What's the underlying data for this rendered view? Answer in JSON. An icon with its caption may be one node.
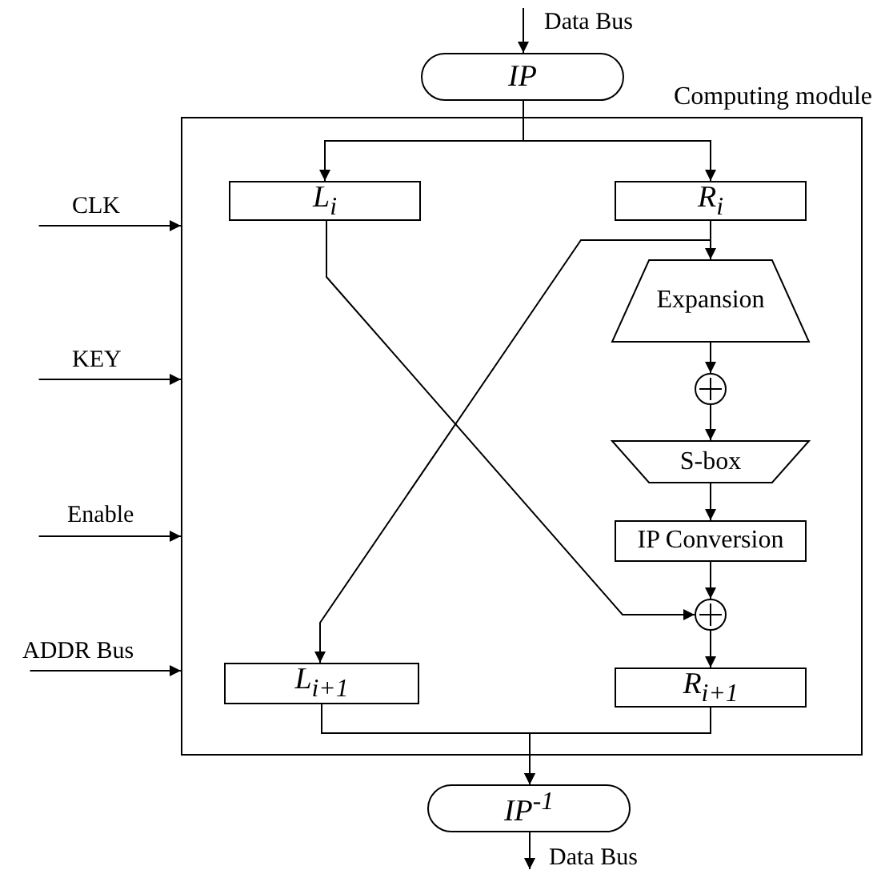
{
  "diagram": {
    "nodes": [
      {
        "text": [
          "Data Bus"
        ]
      },
      {
        "text": [
          "IP"
        ]
      },
      {
        "text": [
          "Computing module"
        ]
      },
      {
        "text": [
          "L$_{i}$"
        ],
        "in": 2
      },
      {
        "text": [
          "R$_{i}$"
        ],
        "in": 2
      },
      {
        "text": [
          "Expansion"
        ],
        "in": 2
      },
      {
        "text": [],
        "shape": "circle",
        "in": 2
      },
      {
        "text": [
          "S-box"
        ],
        "in": 2
      },
      {
        "text": [
          "IP Conversion"
        ],
        "in": 2
      },
      {
        "text": [],
        "shape": "circle",
        "in": 2
      },
      {
        "text": [
          "L$_{i+1}$"
        ],
        "in": 2
      },
      {
        "text": [
          "R$_{i+1}$"
        ],
        "in": 2
      },
      {
        "text": [
          "IP$^{-1}$"
        ]
      },
      {
        "text": [
          "Data Bus"
        ]
      },
      {
        "text": [
          "CLK"
        ]
      },
      {
        "text": [
          "KEY"
        ]
      },
      {
        "text": [
          "Enable"
        ]
      },
      {
        "text": [
          "ADDR Bus"
        ]
      }
    ],
    "edges": [
      {
        "from": 0,
        "to": 1,
        "arrow": "to"
      },
      {
        "from": 1,
        "to": 3,
        "arrow": "to"
      },
      {
        "from": 1,
        "to": 4,
        "arrow": "to"
      },
      {
        "from": 4,
        "to": 5,
        "arrow": "to"
      },
      {
        "from": 5,
        "to": 6,
        "arrow": "to"
      },
      {
        "from": 6,
        "to": 7,
        "arrow": "to"
      },
      {
        "from": 7,
        "to": 8,
        "arrow": "to"
      },
      {
        "from": 8,
        "to": 9,
        "arrow": "to"
      },
      {
        "from": 9,
        "to": 11,
        "arrow": "to"
      },
      {
        "from": 3,
        "to": 9,
        "arrow": "to"
      },
      {
        "from": 4,
        "to": 10,
        "arrow": "to"
      },
      {
        "from": 10,
        "to": 12,
        "arrow": "to"
      },
      {
        "from": 11,
        "to": 12,
        "arrow": "to"
      },
      {
        "from": 14,
        "to": 2,
        "arrow": "to"
      },
      {
        "from": 15,
        "to": 2,
        "arrow": "to"
      },
      {
        "from": 16,
        "to": 2,
        "arrow": "to"
      },
      {
        "from": 17,
        "to": 2,
        "arrow": "to"
      },
      {
        "from": 12,
        "to": 13,
        "arrow": "to"
      }
    ]
  }
}
